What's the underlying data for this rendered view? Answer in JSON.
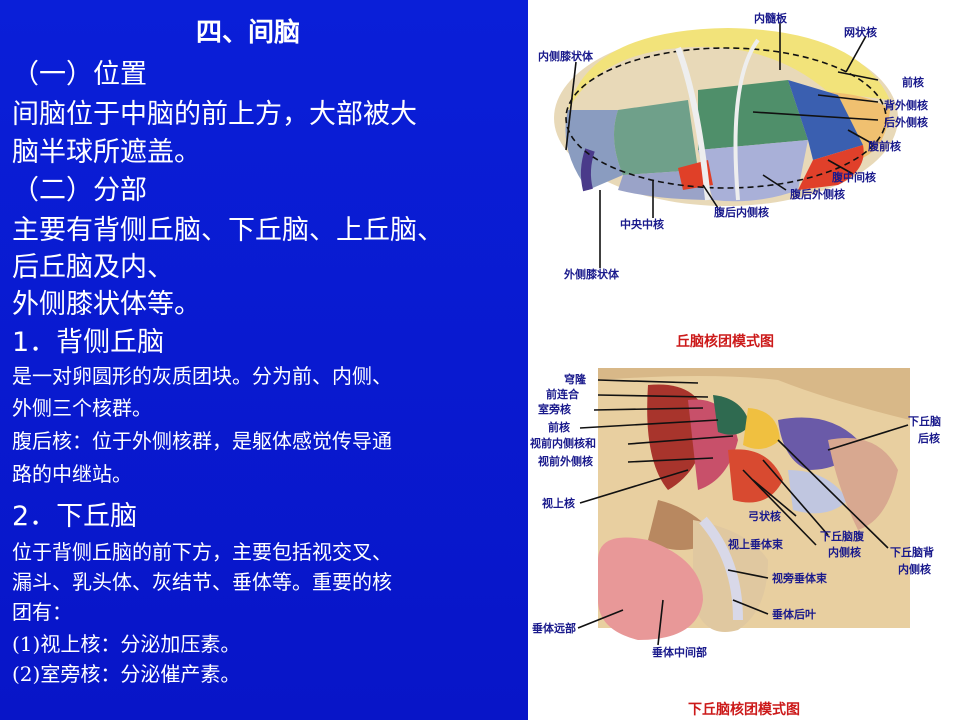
{
  "heading": "四、间脑",
  "lines": [
    "（一）位置",
    "间脑位于中脑的前上方，大部被大",
    "脑半球所遮盖。",
    "（二）分部",
    "主要有背侧丘脑、下丘脑、上丘脑、",
    "后丘脑及内、",
    "外侧膝状体等。",
    "1．背侧丘脑",
    "是一对卵圆形的灰质团块。分为前、内侧、",
    "外侧三个核群。",
    "腹后核：位于外侧核群，是躯体感觉传导通",
    "路的中继站。",
    "2．下丘脑",
    "位于背侧丘脑的前下方，主要包括视交叉、",
    "漏斗、乳头体、灰结节、垂体等。重要的核",
    "团有：",
    "(1)视上核：分泌加压素。",
    "(2)室旁核：分泌催产素。"
  ],
  "figure1": {
    "caption": "丘脑核团模式图",
    "labels": [
      "内髓板",
      "网状核",
      "内侧膝状体",
      "前核",
      "背外侧核",
      "后外侧核",
      "腹前核",
      "腹中间核",
      "腹后外侧核",
      "腹后内侧核",
      "中央中核",
      "外侧膝状体"
    ]
  },
  "figure2": {
    "caption": "下丘脑核团模式图",
    "labels": [
      "穹隆",
      "前连合",
      "室旁核",
      "前核",
      "视前内侧核和",
      "视前外侧核",
      "视上核",
      "下丘脑",
      "后核",
      "弓状核",
      "下丘脑腹",
      "内侧核",
      "视上垂体束",
      "下丘脑背",
      "内侧核",
      "视旁垂体束",
      "垂体后叶",
      "垂体远部",
      "垂体中间部"
    ]
  }
}
